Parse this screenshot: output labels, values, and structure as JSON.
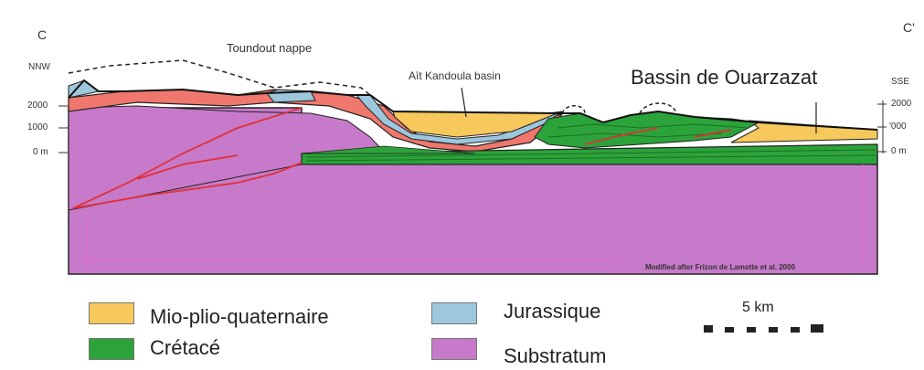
{
  "section": {
    "left_end": "C",
    "right_end": "C'",
    "left_direction": "NNW",
    "right_direction": "SSE",
    "left_elevations": [
      "2000",
      "1000",
      "0 m"
    ],
    "right_elevations": [
      "2000",
      "'000",
      "0 m"
    ],
    "labels": {
      "nappe": "Toundout nappe",
      "basin": "Aït Kandoula basin",
      "bassin": "Bassin de Ouarzazat"
    },
    "credit": "Modified after Frizon de Lamotte et al. 2000"
  },
  "legend": [
    {
      "label": "Mio-plio-quaternaire",
      "color": "#f7c95c"
    },
    {
      "label": "Crétacé",
      "color": "#2ca33a"
    },
    {
      "label": "Jurassique",
      "color": "#9cc7dc"
    },
    {
      "label": "Substratum",
      "color": "#c77ac9"
    }
  ],
  "scale": {
    "label": "5 km"
  },
  "colors": {
    "substratum": "#c77ac9",
    "red_layer": "#f0776d",
    "green_layer": "#2ca33a",
    "yellow_layer": "#f7c95c",
    "jurassic": "#9cc7dc",
    "fault": "#e0303a"
  }
}
